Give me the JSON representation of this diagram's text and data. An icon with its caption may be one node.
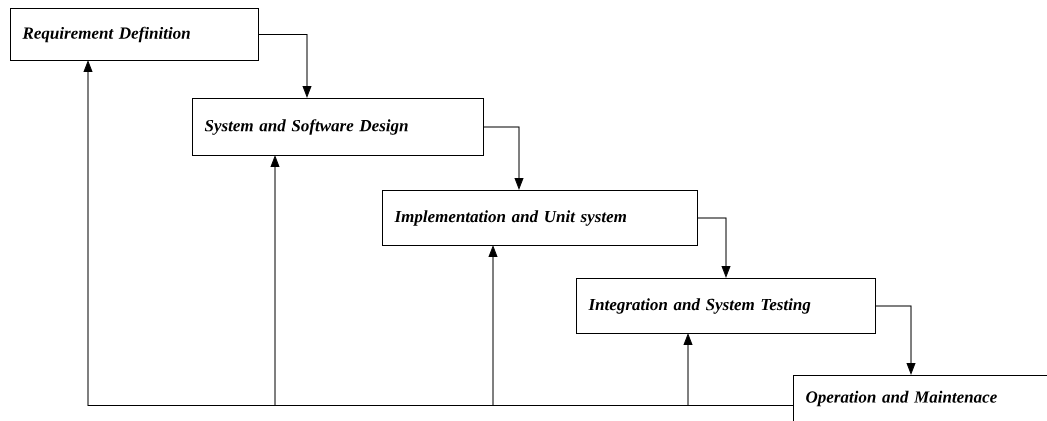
{
  "diagram": {
    "nodes": [
      {
        "text": [
          "Requirement Definition"
        ]
      },
      {
        "text": [
          "System and Software Design"
        ]
      },
      {
        "text": [
          "Implementation and Unit system"
        ]
      },
      {
        "text": [
          "Integration and System Testing"
        ]
      },
      {
        "text": [
          "Operation and Maintenace"
        ]
      }
    ],
    "edges": [
      {
        "from": 0,
        "to": 1,
        "arrow": "to"
      },
      {
        "from": 1,
        "to": 2,
        "arrow": "to"
      },
      {
        "from": 2,
        "to": 3,
        "arrow": "to"
      },
      {
        "from": 3,
        "to": 4,
        "arrow": "to"
      },
      {
        "from": 4,
        "to": 0,
        "arrow": "to"
      },
      {
        "from": 4,
        "to": 1,
        "arrow": "to"
      },
      {
        "from": 4,
        "to": 2,
        "arrow": "to"
      },
      {
        "from": 4,
        "to": 3,
        "arrow": "to"
      }
    ]
  }
}
